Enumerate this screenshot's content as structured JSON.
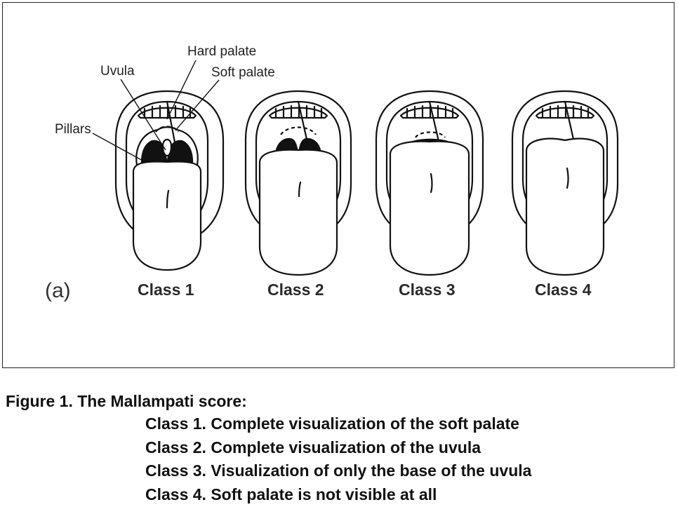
{
  "diagram": {
    "annotations": {
      "hard_palate": "Hard palate",
      "uvula": "Uvula",
      "soft_palate": "Soft palate",
      "pillars": "Pillars"
    },
    "panel_label": "(a)",
    "classes": [
      {
        "label": "Class 1",
        "view": "soft palate, uvula and pillars visible"
      },
      {
        "label": "Class 2",
        "view": "soft palate and uvula visible"
      },
      {
        "label": "Class 3",
        "view": "base of uvula visible"
      },
      {
        "label": "Class 4",
        "view": "soft palate not visible"
      }
    ]
  },
  "caption": {
    "title": "Figure 1. The Mallampati score:",
    "items": [
      "Class 1. Complete visualization of the soft palate",
      "Class 2. Complete visualization of the uvula",
      "Class 3. Visualization of only the base of the uvula",
      "Class 4. Soft palate is not visible at all"
    ]
  }
}
